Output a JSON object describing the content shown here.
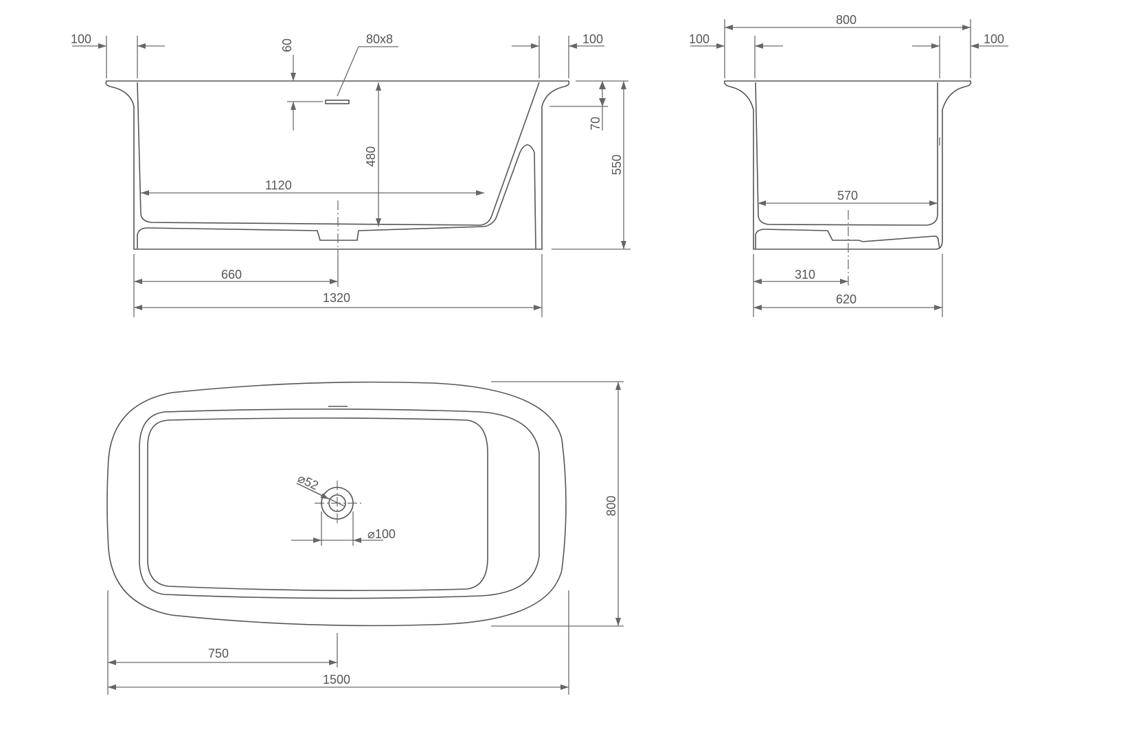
{
  "drawing": {
    "side_view": {
      "rim_overhang_left": "100",
      "rim_overhang_right": "100",
      "overflow_offset": "60",
      "overflow_slot": "80x8",
      "inner_depth": "480",
      "floor_length": "1120",
      "rim_thickness": "70",
      "total_height": "550",
      "drain_position": "660",
      "base_length": "1320"
    },
    "end_view": {
      "total_width": "800",
      "rim_overhang_left": "100",
      "rim_overhang_right": "100",
      "floor_width": "570",
      "drain_position": "310",
      "base_width": "620"
    },
    "plan_view": {
      "drain_inner_diameter": "⌀52",
      "drain_outer_diameter": "⌀100",
      "total_width": "800",
      "drain_position": "750",
      "total_length": "1500"
    }
  }
}
